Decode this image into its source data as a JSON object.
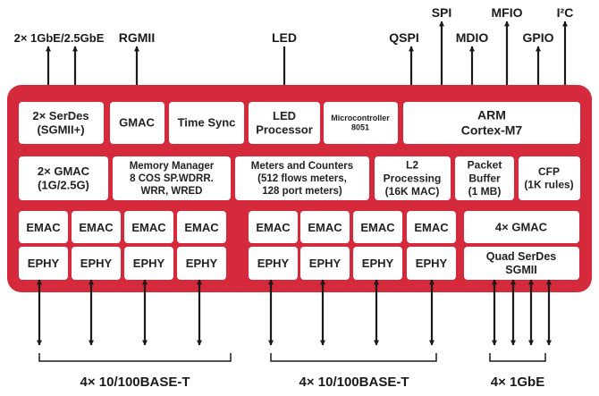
{
  "colors": {
    "chip": "#d42a3c",
    "block": "#ffffff",
    "text": "#1a1a1a",
    "line": "#1a1a1a"
  },
  "top_labels": {
    "serdes_rate": "2× 1GbE/2.5GbE",
    "rgmii": "RGMII",
    "led": "LED",
    "qspi": "QSPI",
    "spi": "SPI",
    "mdio": "MDIO",
    "mfio": "MFIO",
    "gpio": "GPIO",
    "i2c": "I²C"
  },
  "blocks": {
    "serdes": [
      "2× SerDes",
      "(SGMII+)"
    ],
    "gmac": [
      "GMAC"
    ],
    "time_sync": [
      "Time Sync"
    ],
    "led_processor": [
      "LED",
      "Processor"
    ],
    "microcontroller": [
      "Microcontroller",
      "8051"
    ],
    "arm": [
      "ARM",
      "Cortex-M7"
    ],
    "gmac2": [
      "2× GMAC",
      "(1G/2.5G)"
    ],
    "memory_manager": [
      "Memory Manager",
      "8 COS SP.WDRR.",
      "WRR, WRED"
    ],
    "meters": [
      "Meters and Counters",
      "(512 flows meters,",
      "128 port meters)"
    ],
    "l2_processing": [
      "L2",
      "Processing",
      "(16K MAC)"
    ],
    "packet_buffer": [
      "Packet",
      "Buffer",
      "(1 MB)"
    ],
    "cfp": [
      "CFP",
      "(1K rules)"
    ],
    "emac": "EMAC",
    "ephy": "EPHY",
    "gmac4": [
      "4× GMAC"
    ],
    "quad_serdes": [
      "Quad SerDes",
      "SGMII"
    ]
  },
  "bottom_labels": {
    "group1": "4× 10/100BASE-T",
    "group2": "4× 10/100BASE-T",
    "group3": "4× 1GbE"
  }
}
